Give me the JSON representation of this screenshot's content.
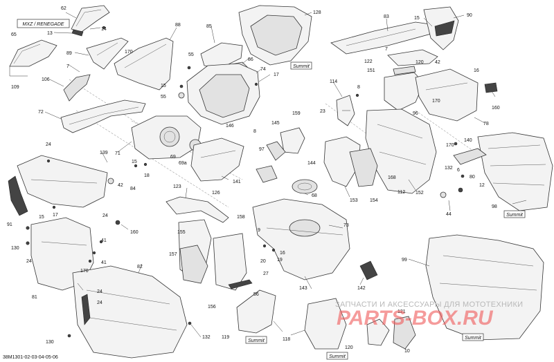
{
  "diagram": {
    "figure_code": "38M1301-02-03-04-05-06",
    "variant_labels": {
      "mxz_renegade": "MXZ / RENEGADE",
      "summit": "Summit"
    },
    "watermark": {
      "line1": "ЗАПЧАСТИ И АКСЕССУАРЫ ДЛЯ МОТОТЕХНИКИ",
      "line2": "PARTS-BOX.RU"
    },
    "callouts": [
      {
        "id": "62",
        "text": "62"
      },
      {
        "id": "14",
        "text": "14"
      },
      {
        "id": "13",
        "text": "13"
      },
      {
        "id": "65",
        "text": "65"
      },
      {
        "id": "109",
        "text": "109"
      },
      {
        "id": "89",
        "text": "89"
      },
      {
        "id": "170a",
        "text": "170"
      },
      {
        "id": "88",
        "text": "88"
      },
      {
        "id": "7a",
        "text": "7"
      },
      {
        "id": "106",
        "text": "106"
      },
      {
        "id": "72",
        "text": "72"
      },
      {
        "id": "85",
        "text": "85"
      },
      {
        "id": "86",
        "text": "86"
      },
      {
        "id": "55a",
        "text": "55"
      },
      {
        "id": "74",
        "text": "74"
      },
      {
        "id": "17a",
        "text": "17"
      },
      {
        "id": "15a",
        "text": "15"
      },
      {
        "id": "55b",
        "text": "55"
      },
      {
        "id": "128",
        "text": "128"
      },
      {
        "id": "83",
        "text": "83"
      },
      {
        "id": "15b",
        "text": "15"
      },
      {
        "id": "90",
        "text": "90"
      },
      {
        "id": "7b",
        "text": "7"
      },
      {
        "id": "42a",
        "text": "42"
      },
      {
        "id": "122",
        "text": "122"
      },
      {
        "id": "120a",
        "text": "120"
      },
      {
        "id": "151",
        "text": "151"
      },
      {
        "id": "114",
        "text": "114"
      },
      {
        "id": "8a",
        "text": "8"
      },
      {
        "id": "23",
        "text": "23"
      },
      {
        "id": "16a",
        "text": "16"
      },
      {
        "id": "170b",
        "text": "170"
      },
      {
        "id": "96",
        "text": "96"
      },
      {
        "id": "160a",
        "text": "160"
      },
      {
        "id": "78",
        "text": "78"
      },
      {
        "id": "159",
        "text": "159"
      },
      {
        "id": "145",
        "text": "145"
      },
      {
        "id": "146",
        "text": "146"
      },
      {
        "id": "8b",
        "text": "8"
      },
      {
        "id": "97",
        "text": "97"
      },
      {
        "id": "144",
        "text": "144"
      },
      {
        "id": "24a",
        "text": "24"
      },
      {
        "id": "139",
        "text": "139"
      },
      {
        "id": "71",
        "text": "71"
      },
      {
        "id": "15c",
        "text": "15"
      },
      {
        "id": "18",
        "text": "18"
      },
      {
        "id": "69",
        "text": "69"
      },
      {
        "id": "69a",
        "text": "69a"
      },
      {
        "id": "141",
        "text": "141"
      },
      {
        "id": "126",
        "text": "126"
      },
      {
        "id": "68",
        "text": "68"
      },
      {
        "id": "153",
        "text": "153"
      },
      {
        "id": "154",
        "text": "154"
      },
      {
        "id": "168",
        "text": "168"
      },
      {
        "id": "112",
        "text": "112"
      },
      {
        "id": "152",
        "text": "152"
      },
      {
        "id": "170c",
        "text": "170"
      },
      {
        "id": "140",
        "text": "140"
      },
      {
        "id": "132a",
        "text": "132"
      },
      {
        "id": "6",
        "text": "6"
      },
      {
        "id": "80",
        "text": "80"
      },
      {
        "id": "12",
        "text": "12"
      },
      {
        "id": "44",
        "text": "44"
      },
      {
        "id": "98",
        "text": "98"
      },
      {
        "id": "42b",
        "text": "42"
      },
      {
        "id": "84",
        "text": "84"
      },
      {
        "id": "123",
        "text": "123"
      },
      {
        "id": "91",
        "text": "91"
      },
      {
        "id": "15d",
        "text": "15"
      },
      {
        "id": "17b",
        "text": "17"
      },
      {
        "id": "24b",
        "text": "24"
      },
      {
        "id": "160b",
        "text": "160"
      },
      {
        "id": "130a",
        "text": "130"
      },
      {
        "id": "24c",
        "text": "24"
      },
      {
        "id": "41a",
        "text": "41"
      },
      {
        "id": "41b",
        "text": "41"
      },
      {
        "id": "170d",
        "text": "170"
      },
      {
        "id": "155",
        "text": "155"
      },
      {
        "id": "158",
        "text": "158"
      },
      {
        "id": "9",
        "text": "9"
      },
      {
        "id": "16b",
        "text": "16"
      },
      {
        "id": "20",
        "text": "20"
      },
      {
        "id": "19",
        "text": "19"
      },
      {
        "id": "73",
        "text": "73"
      },
      {
        "id": "157",
        "text": "157"
      },
      {
        "id": "82",
        "text": "82"
      },
      {
        "id": "81",
        "text": "81"
      },
      {
        "id": "24d",
        "text": "24"
      },
      {
        "id": "24e",
        "text": "24"
      },
      {
        "id": "27",
        "text": "27"
      },
      {
        "id": "56",
        "text": "56"
      },
      {
        "id": "156",
        "text": "156"
      },
      {
        "id": "143",
        "text": "143"
      },
      {
        "id": "142",
        "text": "142"
      },
      {
        "id": "99",
        "text": "99"
      },
      {
        "id": "130b",
        "text": "130"
      },
      {
        "id": "132b",
        "text": "132"
      },
      {
        "id": "119",
        "text": "119"
      },
      {
        "id": "118",
        "text": "118"
      },
      {
        "id": "120b",
        "text": "120"
      },
      {
        "id": "121",
        "text": "121"
      },
      {
        "id": "10",
        "text": "10"
      }
    ]
  }
}
